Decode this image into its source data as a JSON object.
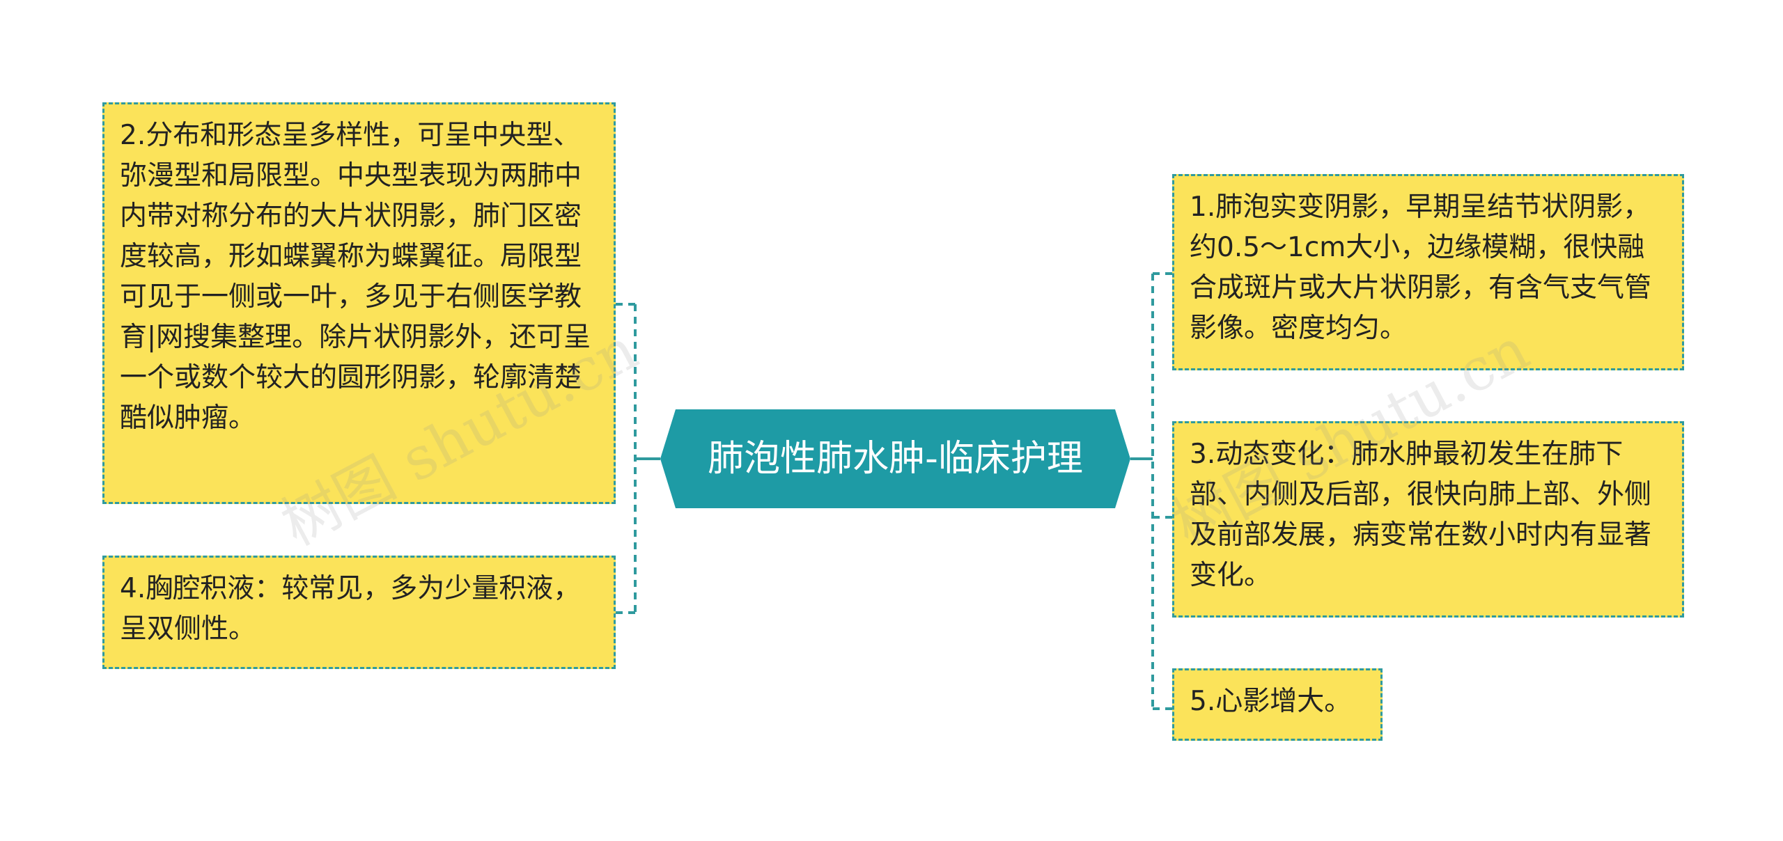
{
  "mindmap": {
    "center": {
      "title": "肺泡性肺水肿-临床护理",
      "color": "#1e9ba5"
    },
    "node_style": {
      "fill": "#fbe35a",
      "border": "#2f9a9e",
      "connector": "#2f9a9e"
    },
    "left_nodes": [
      {
        "text": "2.分布和形态呈多样性，可呈中央型、弥漫型和局限型。中央型表现为两肺中内带对称分布的大片状阴影，肺门区密度较高，形如蝶翼称为蝶翼征。局限型可见于一侧或一叶，多见于右侧医学教育|网搜集整理。除片状阴影外，还可呈一个或数个较大的圆形阴影，轮廓清楚酷似肿瘤。"
      },
      {
        "text": "4.胸腔积液：较常见，多为少量积液，呈双侧性。"
      }
    ],
    "right_nodes": [
      {
        "text": "1.肺泡实变阴影，早期呈结节状阴影，约0.5～1cm大小，边缘模糊，很快融合成斑片或大片状阴影，有含气支气管影像。密度均匀。"
      },
      {
        "text": "3.动态变化：肺水肿最初发生在肺下部、内侧及后部，很快向肺上部、外侧及前部发展，病变常在数小时内有显著变化。"
      },
      {
        "text": "5.心影增大。"
      }
    ]
  },
  "watermarks": [
    "树图 shutu.cn",
    "树图 shutu.cn"
  ]
}
